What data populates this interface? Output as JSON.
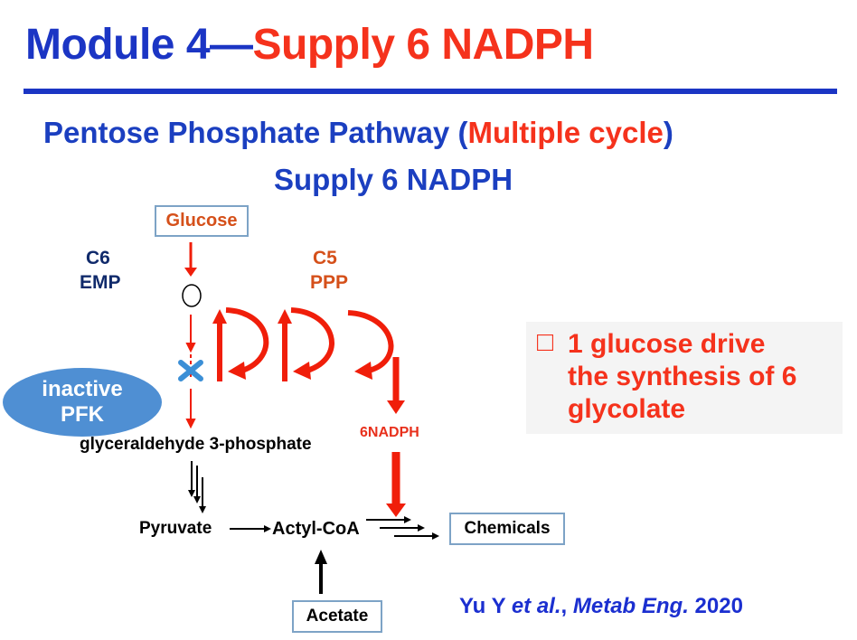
{
  "title": {
    "prefix": "Module 4—",
    "highlight": "Supply 6 NADPH"
  },
  "subtitle": {
    "line1_pre": "Pentose Phosphate Pathway (",
    "line1_highlight": "Multiple cycle",
    "line1_post": ")",
    "line2": "Supply 6 NADPH"
  },
  "diagram": {
    "glucose": "Glucose",
    "c6": "C6",
    "emp": "EMP",
    "c5": "C5",
    "ppp": "PPP",
    "inactive_pfk_line1": "inactive",
    "inactive_pfk_line2": "PFK",
    "g3p": "glyceraldehyde 3-phosphate",
    "nadph": "6NADPH",
    "pyruvate": "Pyruvate",
    "acetyl_coa": "Actyl-CoA",
    "chemicals": "Chemicals",
    "acetate": "Acetate"
  },
  "note": {
    "bullet": "□",
    "line1": "1 glucose drive",
    "line2": "the synthesis of 6",
    "line3": "glycolate"
  },
  "citation": {
    "authors": "Yu Y ",
    "etal": "et al.",
    "comma": ", ",
    "journal": "Metab Eng.",
    "year": " 2020"
  },
  "colors": {
    "blue": "#1b35c4",
    "red": "#f5321c",
    "orange": "#d5501a",
    "navy": "#102a6b",
    "pfk": "#4f8fd3"
  }
}
